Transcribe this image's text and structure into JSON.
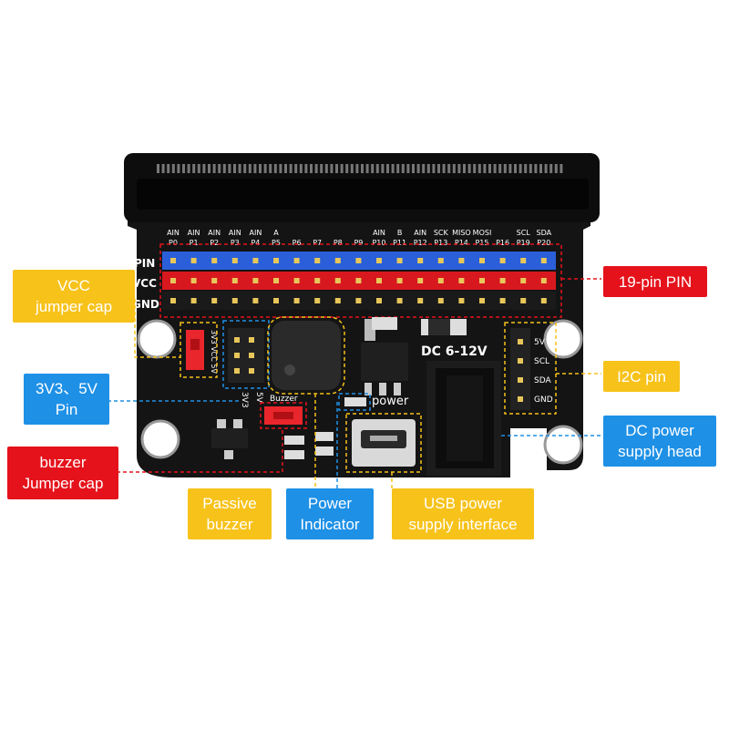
{
  "board": {
    "pin_row_labels": [
      "PIN",
      "VCC",
      "GND"
    ],
    "pin_header_top": [
      "AIN",
      "AIN",
      "AIN",
      "AIN",
      "AIN",
      "A",
      "",
      "",
      "",
      "",
      "AIN",
      "B",
      "AIN",
      "SCK",
      "MISO",
      "MOSI",
      "",
      "SCL",
      "SDA"
    ],
    "pin_header_bottom": [
      "P0",
      "P1",
      "P2",
      "P3",
      "P4",
      "P5",
      "P6",
      "P7",
      "P8",
      "P9",
      "P10",
      "P11",
      "P12",
      "P13",
      "P14",
      "P15",
      "P16",
      "P19",
      "P20"
    ],
    "i2c_labels": [
      "5V",
      "SCL",
      "SDA",
      "GND"
    ],
    "dc_label": "DC 6-12V",
    "power_label": "power",
    "buzzer_label": "Buzzer",
    "jumper_vcc_label": "3V3 VCC 5V",
    "jumper_3v3_label": "3V3",
    "jumper_5v_label": "5V"
  },
  "callouts": {
    "vcc_jumper": "VCC\njumper cap",
    "pin_3v3_5v": "3V3、5V\nPin",
    "buzzer_jumper": "buzzer\nJumper cap",
    "passive_buzzer": "Passive\nbuzzer",
    "power_indicator": "Power\nIndicator",
    "usb_power": "USB power\nsupply interface",
    "dc_power": "DC power\nsupply head",
    "i2c_pin": "I2C pin",
    "pin19": "19-pin PIN"
  },
  "colors": {
    "pcb": "#141414",
    "pin_header": "#2b5fd9",
    "vcc_header": "#d8181f",
    "gnd_header": "#1a1a1a",
    "callout_yellow": "#f7c21a",
    "callout_red": "#e5121b",
    "callout_blue": "#1e90e6",
    "jumper_red": "#e8262b"
  }
}
